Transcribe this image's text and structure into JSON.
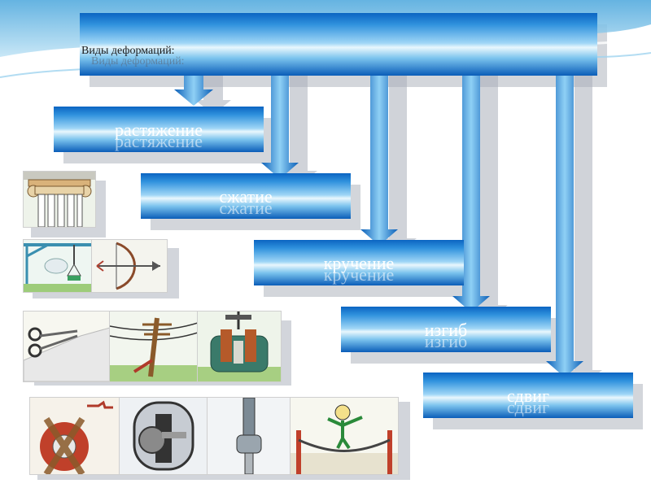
{
  "title": "Виды деформаций:",
  "deformations": [
    {
      "label": "растяжение"
    },
    {
      "label": "сжатие"
    },
    {
      "label": "кручение"
    },
    {
      "label": "изгиб"
    },
    {
      "label": "сдвиг"
    }
  ],
  "colors": {
    "box_dark": "#0b64c2",
    "box_light": "#e9f7fd",
    "arrow": "#1a78d4",
    "wave": "#5cb4e4"
  },
  "illustrations": [
    {
      "name": "column-capital-icon"
    },
    {
      "name": "spring-scale-icon"
    },
    {
      "name": "bow-and-arrow-icon"
    },
    {
      "name": "scissors-cutting-icon"
    },
    {
      "name": "power-line-pole-icon"
    },
    {
      "name": "vise-icon"
    },
    {
      "name": "propeller-icon"
    },
    {
      "name": "key-in-lock-icon"
    },
    {
      "name": "screwdriver-icon"
    },
    {
      "name": "tightrope-walker-icon"
    }
  ]
}
